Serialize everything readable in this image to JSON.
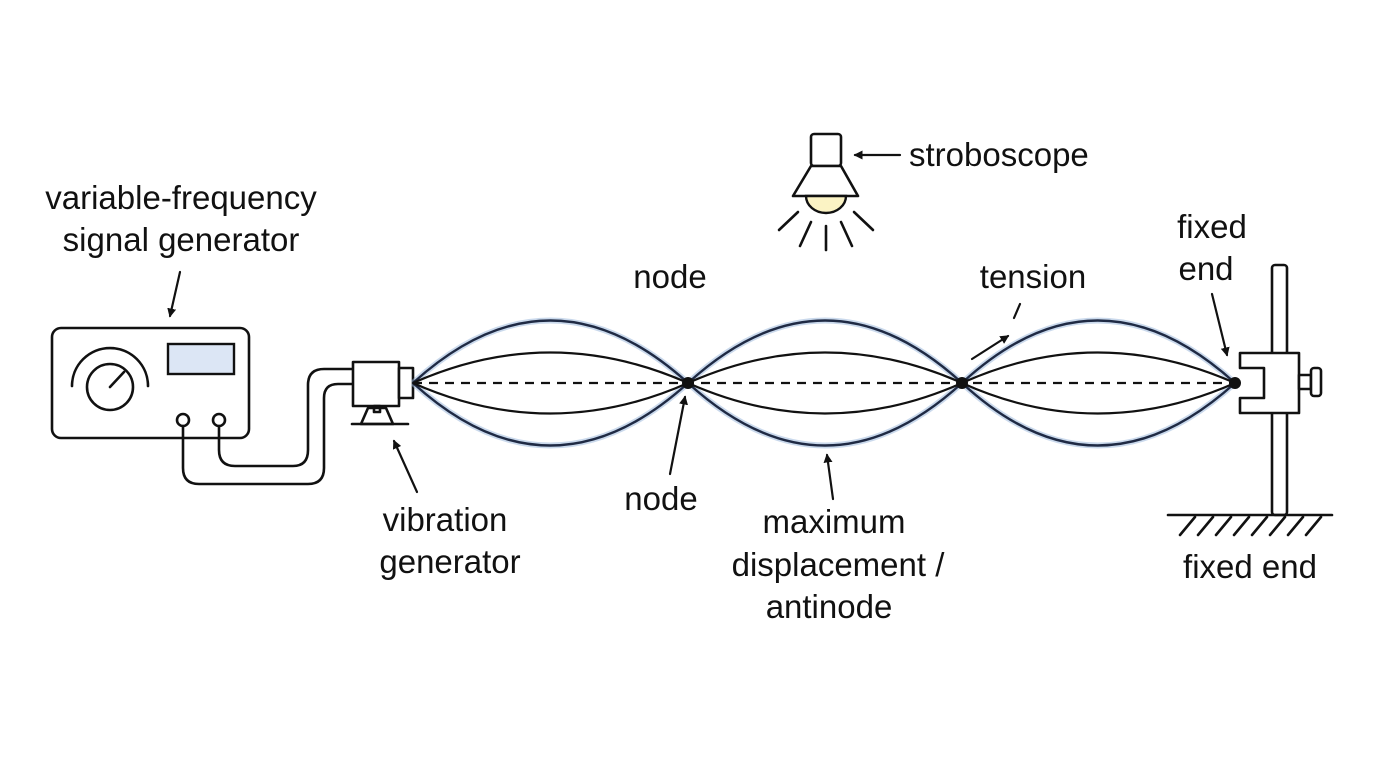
{
  "labels": {
    "signal_generator_line1": "variable-frequency",
    "signal_generator_line2": "signal generator",
    "vibration_generator_line1": "vibration",
    "vibration_generator_line2": "generator",
    "stroboscope": "stroboscope",
    "node_top": "node",
    "node_bottom": "node",
    "antinode_line1": "maximum",
    "antinode_line2": "displacement /",
    "antinode_line3": "antinode",
    "tension": "tension",
    "fixed_end_top_line1": "fixed",
    "fixed_end_top_line2": "end",
    "fixed_end_bottom": "fixed end"
  },
  "colors": {
    "ink": "#111111",
    "screen": "#dce6f5",
    "bulb": "#fbf3c4",
    "wave_envelope": "#1f2a44",
    "wave_glow": "#9fb9dc"
  }
}
